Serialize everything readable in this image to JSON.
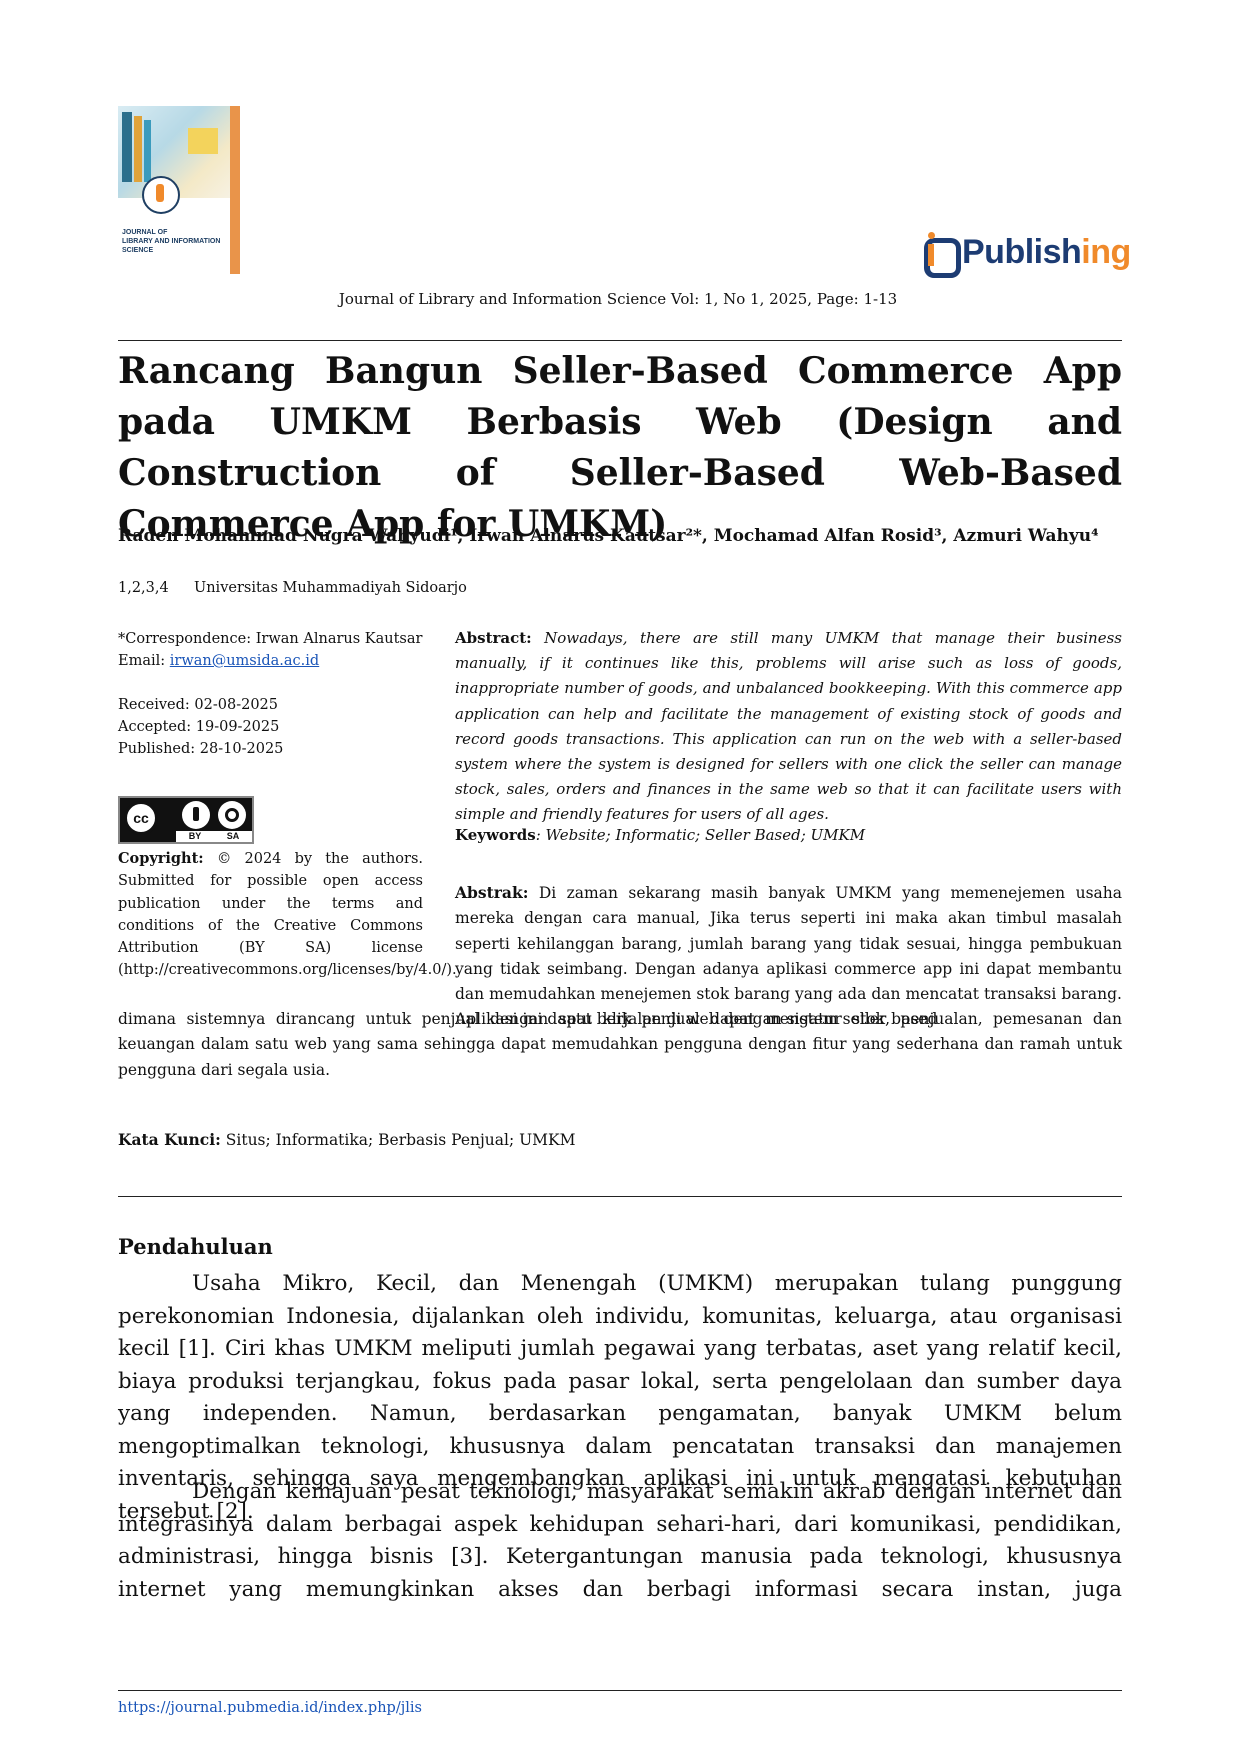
{
  "cover": {
    "title_lines": "JOURNAL OF\nLIBRARY AND INFORMATION\nSCIENCE"
  },
  "publisher": {
    "name_part1": "Publish",
    "name_part2": "ing",
    "icon": "publisher-logo-icon"
  },
  "journal_line": "Journal of Library and Information Science Vol: 1, No 1, 2025, Page: 1-13",
  "title": "Rancang Bangun Seller-Based Commerce App pada UMKM Berbasis Web (Design and Construction of Seller-Based Web-Based Commerce App for UMKM)",
  "authors": "Raden Mohammad Nugra Wahyudi¹, Irwan Alnarus Kautsar²*, Mochamad Alfan Rosid³, Azmuri Wahyu⁴",
  "affiliation": {
    "numbers": "1,2,3,4",
    "name": "Universitas Muhammadiyah Sidoarjo"
  },
  "correspondence": {
    "line": "*Correspondence: Irwan Alnarus Kautsar",
    "email_label": "Email: ",
    "email": "irwan@umsida.ac.id"
  },
  "dates": {
    "received": "Received: 02-08-2025",
    "accepted": "Accepted: 19-09-2025",
    "published": "Published: 28-10-2025"
  },
  "license_badge": {
    "cc": "cc",
    "by": "BY",
    "sa": "SA"
  },
  "copyright": {
    "label": "Copyright:",
    "text": " © 2024 by the authors. Submitted for possible open access publication under the terms and conditions of the Creative Commons Attribution (BY SA) license (http://creativecommons.org/licenses/by/4.0/)."
  },
  "abstract": {
    "label": "Abstract:",
    "text": " Nowadays, there are still many UMKM that manage their business manually, if it continues like this, problems will arise such as loss of goods, inappropriate number of goods, and unbalanced bookkeeping. With this commerce app application can help and facilitate the management of existing stock of goods and record goods transactions. This application can run on the web with a seller-based system where the system is designed for sellers with one click the seller can manage stock, sales, orders and finances in the same web so that it can facilitate users with simple and friendly features for users of all ages."
  },
  "keywords": {
    "label": "Keywords",
    "text": ": Website; Informatic; Seller Based; UMKM"
  },
  "abstrak": {
    "label": "Abstrak:",
    "text_part1": " Di zaman sekarang masih banyak UMKM yang memenejemen usaha mereka dengan cara manual, Jika terus seperti ini maka akan timbul masalah seperti kehilanggan barang, jumlah barang yang tidak sesuai, hingga pembukuan yang tidak seimbang. Dengan adanya aplikasi commerce app ini dapat membantu dan memudahkan menejemen stok barang yang ada dan mencatat transaksi barang. Aplikasi ini dapat berjalan di web dengan sistem seller based",
    "text_part2": "dimana sistemnya dirancang untuk penjual dengan satu klik penjual dapat mengatur stok, penjualan, pemesanan dan keuangan dalam satu web yang sama sehingga dapat memudahkan pengguna dengan fitur yang sederhana dan ramah untuk pengguna dari segala usia."
  },
  "kata_kunci": {
    "label": "Kata Kunci:",
    "text": " Situs; Informatika; Berbasis Penjual; UMKM"
  },
  "section_heading": "Pendahuluan",
  "paragraphs": [
    "Usaha Mikro, Kecil, dan Menengah (UMKM) merupakan tulang punggung perekonomian Indonesia, dijalankan oleh individu, komunitas, keluarga, atau organisasi kecil [1]. Ciri khas UMKM meliputi jumlah pegawai yang terbatas, aset yang relatif kecil, biaya produksi terjangkau, fokus pada pasar lokal, serta pengelolaan dan sumber daya yang independen. Namun, berdasarkan pengamatan, banyak UMKM belum mengoptimalkan teknologi, khususnya dalam pencatatan transaksi dan manajemen inventaris, sehingga saya mengembangkan aplikasi ini untuk mengatasi kebutuhan tersebut [2].",
    "Dengan kemajuan pesat teknologi, masyarakat semakin akrab dengan internet dan integrasinya dalam berbagai aspek kehidupan sehari-hari, dari komunikasi, pendidikan, administrasi, hingga bisnis [3]. Ketergantungan manusia pada teknologi, khususnya internet yang memungkinkan akses dan berbagi informasi secara instan, juga"
  ],
  "footer_url": "https://journal.pubmedia.id/index.php/jlis"
}
